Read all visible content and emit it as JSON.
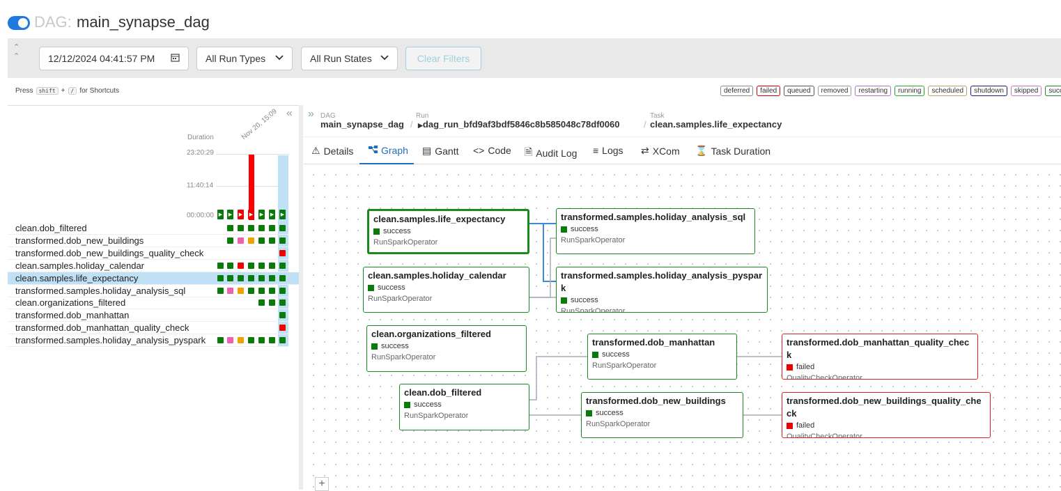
{
  "header": {
    "prefix": "DAG:",
    "title": "main_synapse_dag"
  },
  "filters": {
    "date": "12/12/2024 04:41:57 PM",
    "run_types": "All Run Types",
    "run_states": "All Run States",
    "clear": "Clear Filters"
  },
  "shortcut": {
    "press": "Press",
    "key1": "shift",
    "plus": "+",
    "key2": "/",
    "suffix": "for Shortcuts"
  },
  "legend": [
    "deferred",
    "failed",
    "queued",
    "removed",
    "restarting",
    "running",
    "scheduled",
    "shutdown",
    "skipped",
    "success"
  ],
  "legend_colors": [
    "#8a8a8a",
    "#d00000",
    "#555555",
    "#999999",
    "#b36fd0",
    "#22aa22",
    "#b8a060",
    "#1a1a8a",
    "#d070c0",
    "#1a8a1a"
  ],
  "grid": {
    "duration_label": "Duration",
    "run_date": "Nov 20, 15:09",
    "ticks": [
      "23:20:29",
      "11:40:14",
      "00:00:00"
    ],
    "tasks": [
      {
        "name": "clean.dob_filtered",
        "cells": [
          "",
          "",
          "success",
          "success",
          "success",
          "success",
          "success",
          "success"
        ]
      },
      {
        "name": "transformed.dob_new_buildings",
        "cells": [
          "",
          "",
          "success",
          "skipped",
          "queued",
          "success",
          "success",
          "success"
        ]
      },
      {
        "name": "transformed.dob_new_buildings_quality_check",
        "cells": [
          "",
          "",
          "",
          "",
          "",
          "",
          "",
          "failed"
        ]
      },
      {
        "name": "clean.samples.holiday_calendar",
        "cells": [
          "success",
          "success",
          "success",
          "failed",
          "success",
          "success",
          "success",
          "success"
        ]
      },
      {
        "name": "clean.samples.life_expectancy",
        "cells": [
          "success",
          "success",
          "success",
          "success",
          "success",
          "success",
          "success",
          "success"
        ]
      },
      {
        "name": "transformed.samples.holiday_analysis_sql",
        "cells": [
          "success",
          "success",
          "skipped",
          "queued",
          "success",
          "success",
          "success",
          "success"
        ]
      },
      {
        "name": "clean.organizations_filtered",
        "cells": [
          "",
          "",
          "",
          "",
          "",
          "success",
          "success",
          "success"
        ]
      },
      {
        "name": "transformed.dob_manhattan",
        "cells": [
          "",
          "",
          "",
          "",
          "",
          "",
          "",
          "success"
        ]
      },
      {
        "name": "transformed.dob_manhattan_quality_check",
        "cells": [
          "",
          "",
          "",
          "",
          "",
          "",
          "",
          "failed"
        ]
      },
      {
        "name": "transformed.samples.holiday_analysis_pyspark",
        "cells": [
          "success",
          "success",
          "skipped",
          "queued",
          "success",
          "success",
          "success",
          "success"
        ]
      }
    ],
    "run_states": [
      "success",
      "success",
      "failed",
      "failed",
      "success",
      "success",
      "success",
      "failed"
    ]
  },
  "breadcrumb": {
    "dag_label": "DAG",
    "dag": "main_synapse_dag",
    "run_label": "Run",
    "run": "dag_run_bfd9af3bdf5846c8b585048c78df0060",
    "task_label": "Task",
    "task": "clean.samples.life_expectancy"
  },
  "tabs": [
    "Details",
    "Graph",
    "Gantt",
    "Code",
    "Audit Log",
    "Logs",
    "XCom",
    "Task Duration"
  ],
  "nodes": [
    {
      "name": "clean.samples.life_expectancy",
      "state": "success",
      "operator": "RunSparkOperator"
    },
    {
      "name": "transformed.samples.holiday_analysis_sql",
      "state": "success",
      "operator": "RunSparkOperator"
    },
    {
      "name": "clean.samples.holiday_calendar",
      "state": "success",
      "operator": "RunSparkOperator"
    },
    {
      "name": "transformed.samples.holiday_analysis_pyspark",
      "state": "success",
      "operator": "RunSparkOperator"
    },
    {
      "name": "clean.organizations_filtered",
      "state": "success",
      "operator": "RunSparkOperator"
    },
    {
      "name": "transformed.dob_manhattan",
      "state": "success",
      "operator": "RunSparkOperator"
    },
    {
      "name": "transformed.dob_manhattan_quality_check",
      "state": "failed",
      "operator": "QualityCheckOperator"
    },
    {
      "name": "clean.dob_filtered",
      "state": "success",
      "operator": "RunSparkOperator"
    },
    {
      "name": "transformed.dob_new_buildings",
      "state": "success",
      "operator": "RunSparkOperator"
    },
    {
      "name": "transformed.dob_new_buildings_quality_check",
      "state": "failed",
      "operator": "QualityCheckOperator"
    }
  ],
  "zoom_in": "+"
}
